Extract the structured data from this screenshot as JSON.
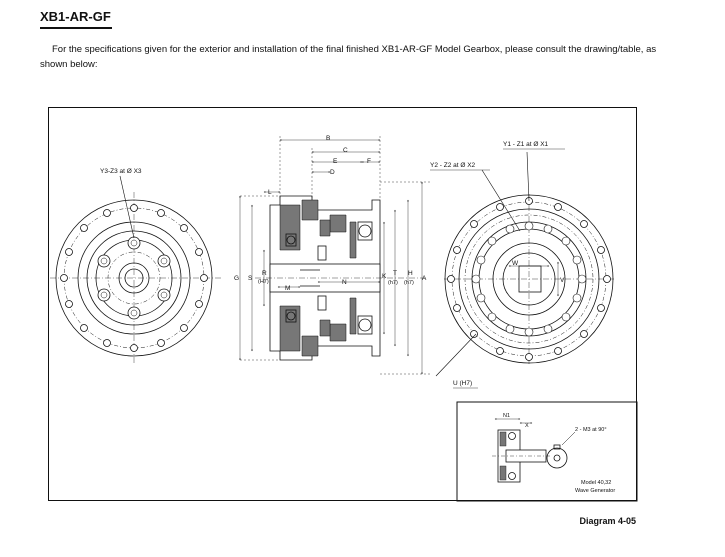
{
  "document": {
    "title": "XB1-AR-GF",
    "intro": "For the specifications given for the exterior and installation of the final finished XB1-AR-GF Model Gearbox, please consult the drawing/table, as shown below:",
    "caption": "Diagram 4-05"
  },
  "diagram": {
    "labels": {
      "y3": "Y3-Z3 at Ø X3",
      "y1": "Y1 - Z1  at  Ø X1",
      "y2": "Y2 - Z2  at  Ø X2",
      "b": "B",
      "c": "C",
      "e": "E",
      "f": "F",
      "d": "D",
      "l": "L",
      "g": "G",
      "s": "S",
      "r": "R",
      "h7_r": "(H7)",
      "m": "M",
      "n": "N",
      "k": "K",
      "t": "T",
      "h": "H",
      "h7_t": "(h7)",
      "h7_h": "(h7)",
      "a": "A",
      "u": "U (H7)",
      "w": "W",
      "v": "V",
      "n1": "N1",
      "x": "X",
      "m3": "2 - M3 at 90°",
      "model": "Model 40,32",
      "wave": "Wave Generator"
    }
  }
}
